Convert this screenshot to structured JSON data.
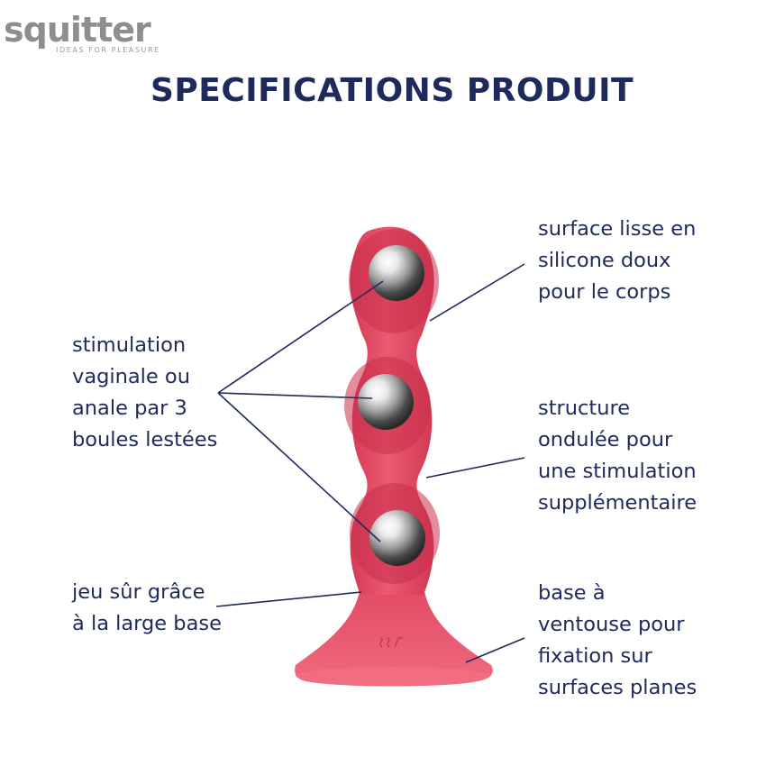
{
  "logo": {
    "word": "squitter",
    "tagline": "IDEAS FOR PLEASURE"
  },
  "title": "SPECIFICATIONS PRODUIT",
  "callouts": {
    "surface": "surface lisse en\nsilicone doux\npour le corps",
    "stimulation": "stimulation\nvaginale ou\nanale par 3\nboules lestées",
    "structure": "structure\nondulée pour\nune stimulation\nsupplémentaire",
    "jeu": "jeu sûr grâce\nà la large base",
    "base": "base à\nventouse pour\nfixation sur\nsurfaces planes"
  },
  "colors": {
    "title": "#1f2a5c",
    "text": "#1f2a5c",
    "product": "#e24a63",
    "lines": "#1f2a5c"
  },
  "icons": {
    "base_logo": "brand-mark-icon"
  }
}
